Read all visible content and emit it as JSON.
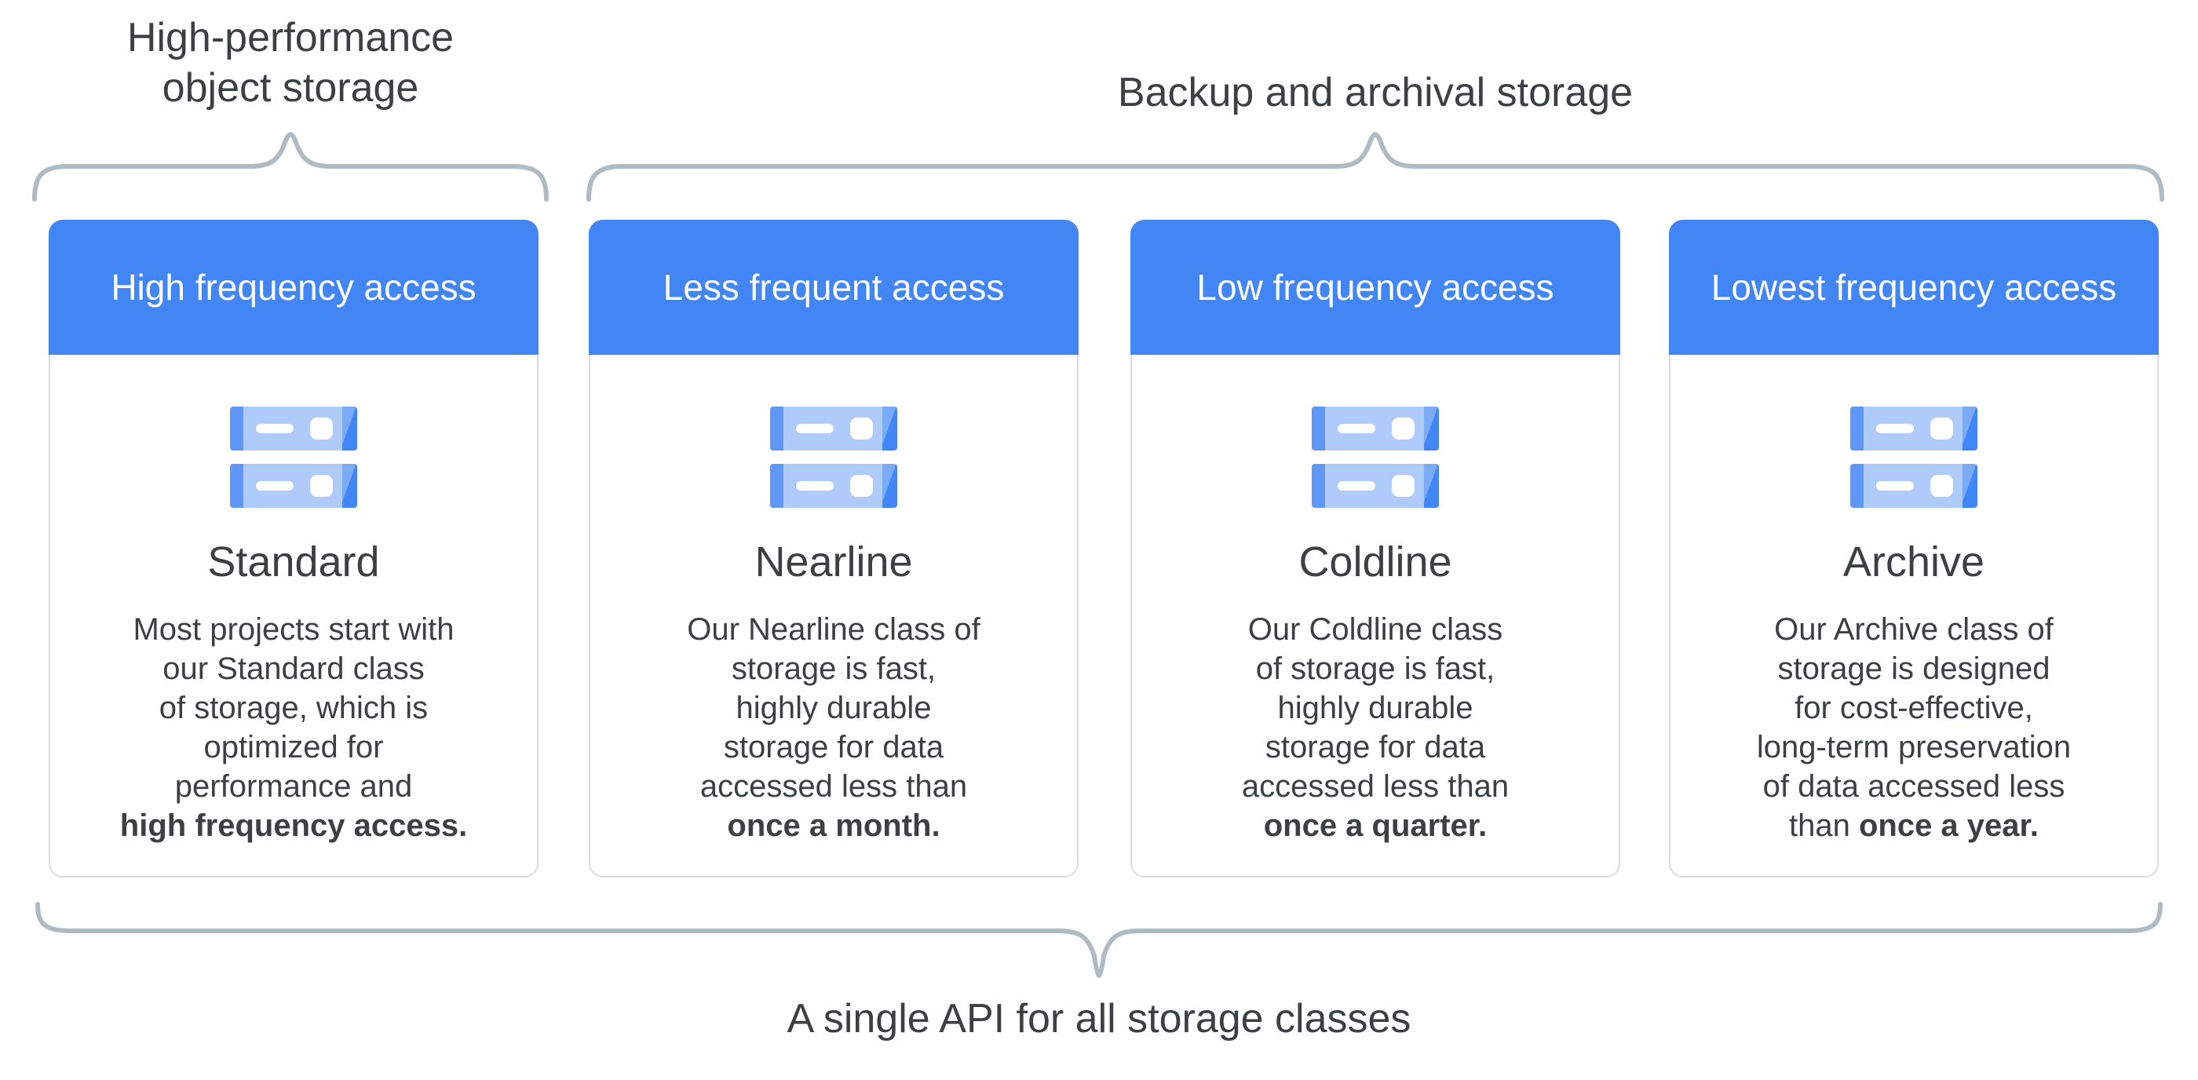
{
  "labels": {
    "high_performance": "High-performance\nobject storage",
    "backup_archival": "Backup and archival storage",
    "single_api": "A single API for all storage classes"
  },
  "cards": [
    {
      "header": "High frequency access",
      "title": "Standard",
      "desc": "Most projects start with\nour Standard class\nof storage, which is\noptimized for\nperformance and\n",
      "desc_bold": "high frequency access."
    },
    {
      "header": "Less frequent access",
      "title": "Nearline",
      "desc": "Our Nearline class of\nstorage is fast,\nhighly durable\nstorage for data\naccessed less than\n",
      "desc_bold": "once a month."
    },
    {
      "header": "Low frequency access",
      "title": "Coldline",
      "desc": "Our Coldline class\nof storage is fast,\nhighly durable\nstorage for data\naccessed less than\n",
      "desc_bold": "once a quarter."
    },
    {
      "header": "Lowest frequency access",
      "title": "Archive",
      "desc": "Our Archive class of\nstorage is designed\nfor cost-effective,\nlong-term preservation\nof data accessed less\nthan ",
      "desc_bold": "once a year."
    }
  ],
  "colors": {
    "header_blue": "#4285F4",
    "card_border": "#DADCE0",
    "brace": "#AEBBC2",
    "text_dark": "#3C4043",
    "icon_body": "#AECBFA",
    "icon_strip_left": "#5E97F6",
    "icon_strip_right": "#4285F4",
    "icon_strip_highlight": "#7BAAF7",
    "icon_detail": "#FFFFFF"
  }
}
